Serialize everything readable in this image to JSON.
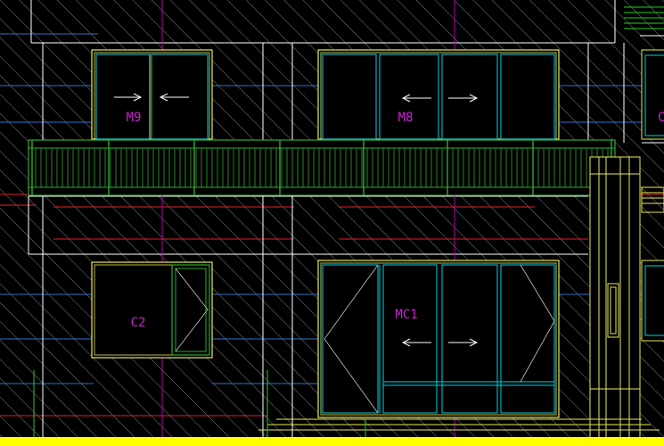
{
  "drawing": {
    "background": "#000000",
    "colors": {
      "wall_line": "#ffffff",
      "hatch": "#8c8c8c",
      "frame_yellow": "#e8e85a",
      "glass_cyan": "#00d0e0",
      "railing_green": "#2faa2f",
      "label_magenta": "#d020d0",
      "datum_red": "#e0202a",
      "grid_blue": "#3070d0",
      "axis_magenta": "#b000b0",
      "ground_yellow": "#ffff00",
      "guide_green": "#20d020"
    },
    "labels": {
      "m9": "M9",
      "m8": "M8",
      "c2": "C2",
      "mc1": "MC1",
      "edge_partial": "C"
    },
    "icons": {
      "arrow_right": "arrow-right-icon",
      "arrow_left": "arrow-left-icon"
    }
  }
}
